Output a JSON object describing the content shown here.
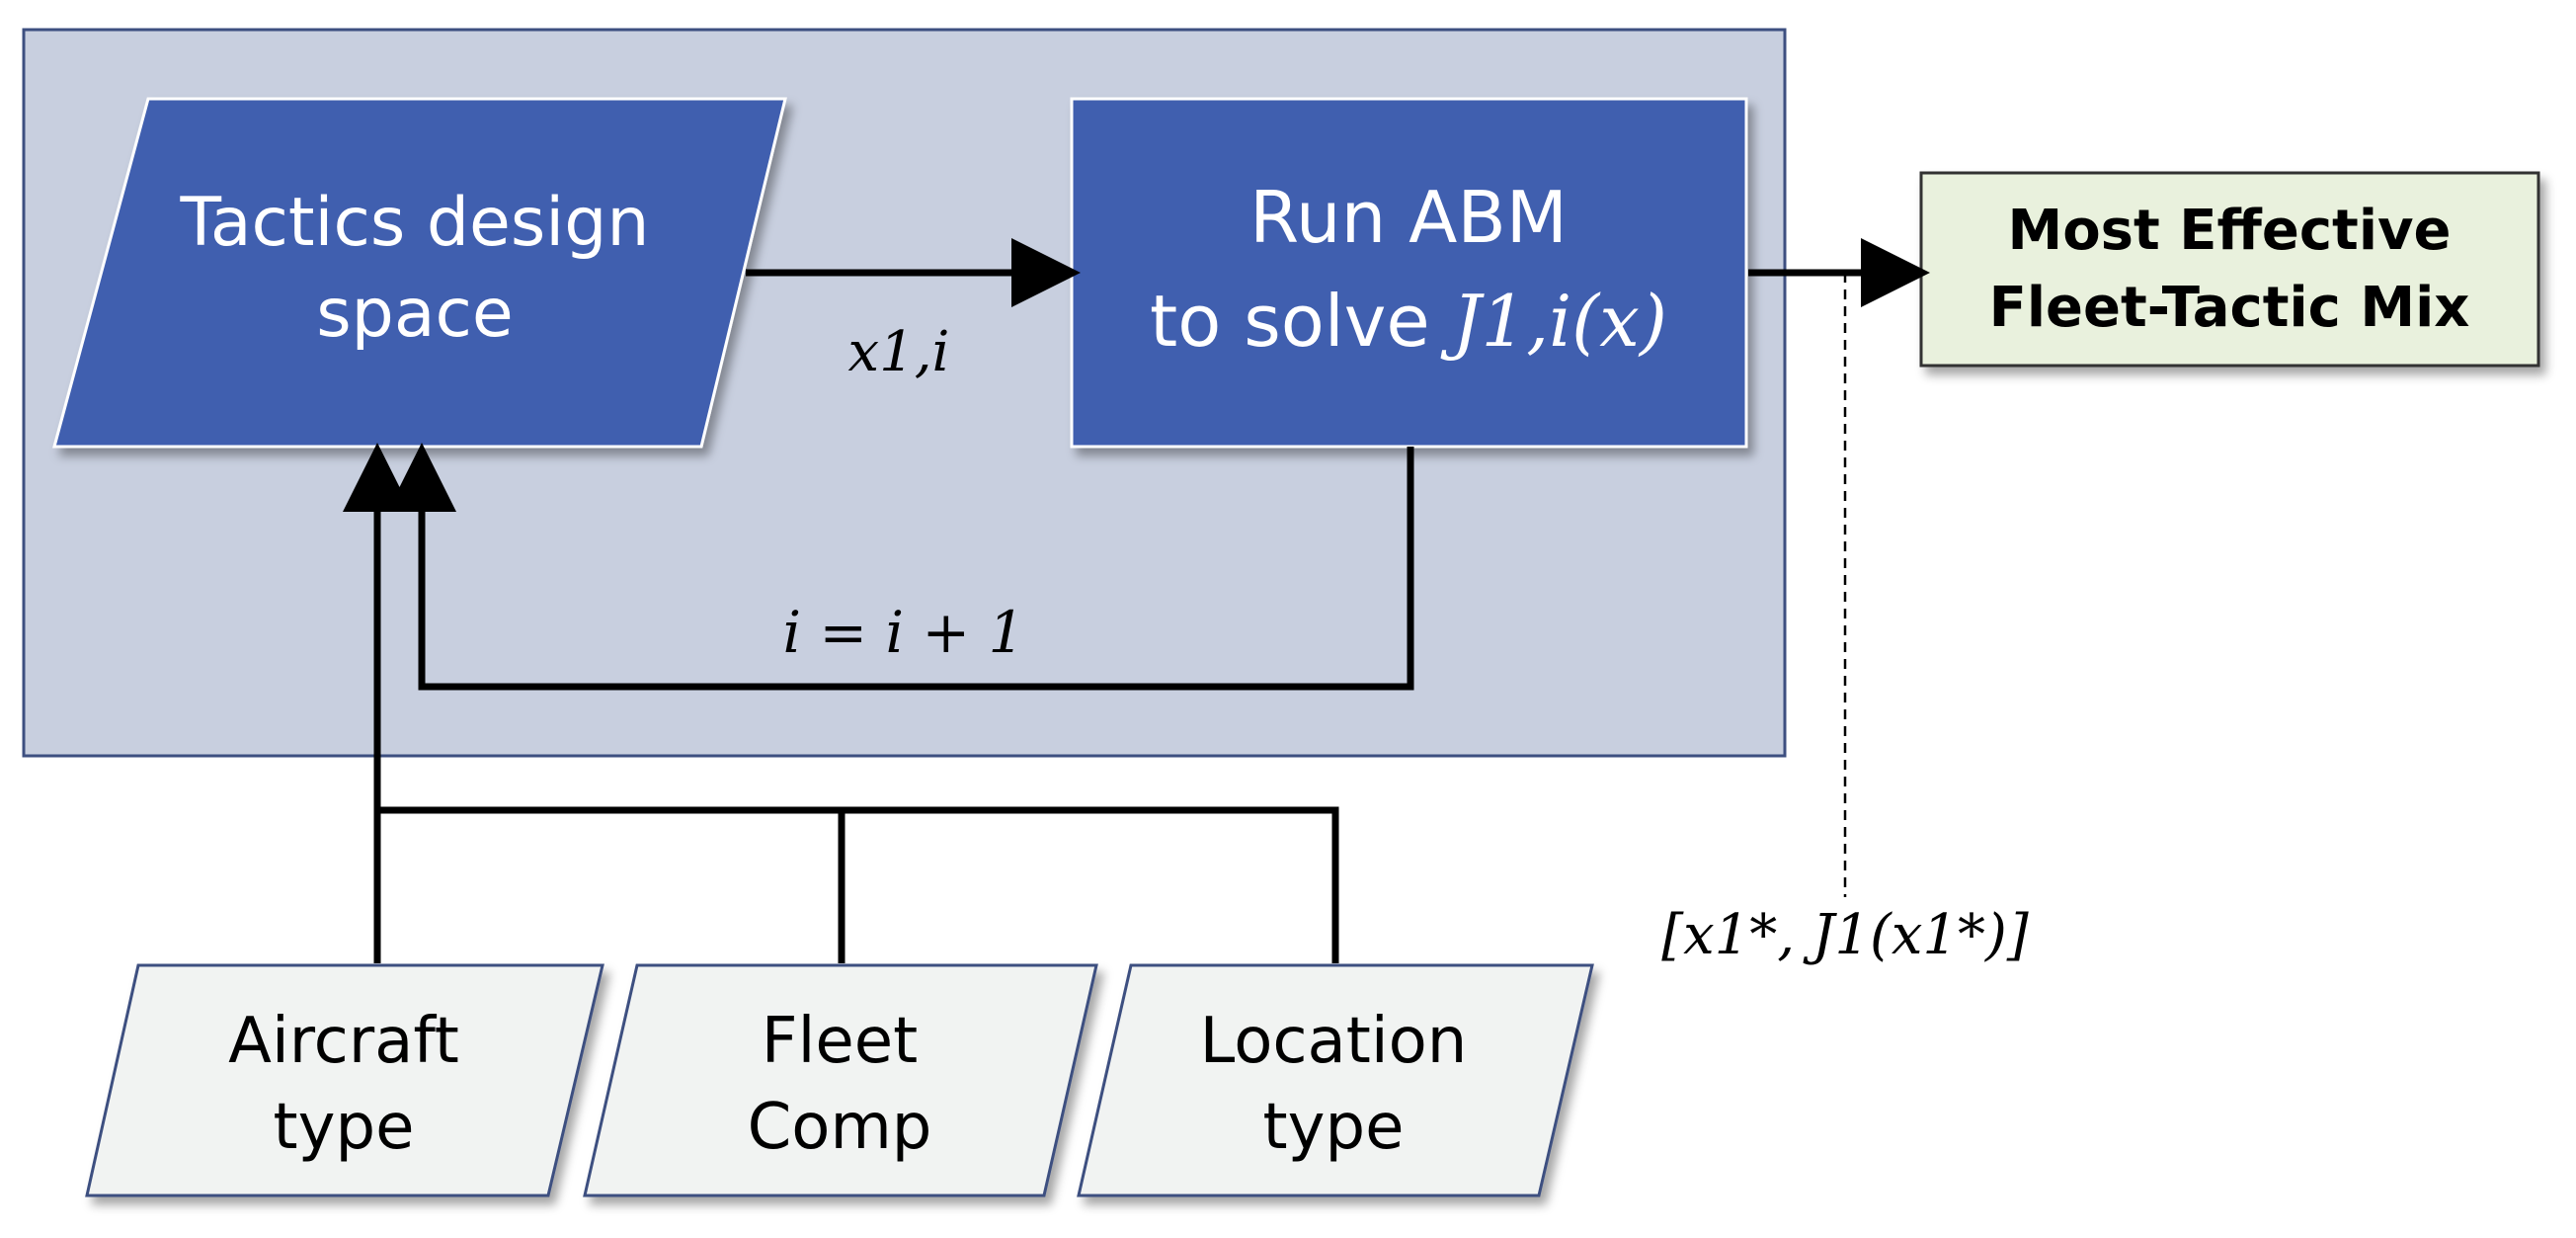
{
  "nodes": {
    "tactics": {
      "line1": "Tactics design",
      "line2": "space"
    },
    "run_abm": {
      "line1": "Run ABM",
      "line2_prefix": "to solve ",
      "line2_math": "J1,i(x)"
    },
    "result": {
      "line1": "Most Effective",
      "line2": "Fleet-Tactic Mix"
    },
    "aircraft": {
      "line1": "Aircraft",
      "line2": "type"
    },
    "fleet": {
      "line1": "Fleet",
      "line2": "Comp"
    },
    "location": {
      "line1": "Location",
      "line2": "type"
    }
  },
  "labels": {
    "x1i": "x1,i",
    "iteration": "i = i + 1",
    "optimum": "[x1*, J1(x1*)]"
  },
  "colors": {
    "panel_fill": "#c8cfdf",
    "panel_stroke": "#3d4f80",
    "process_fill": "#3f5faf",
    "process_text": "#ffffff",
    "result_fill": "#e9f1dd",
    "input_fill": "#f1f3f2",
    "line": "#000000"
  }
}
